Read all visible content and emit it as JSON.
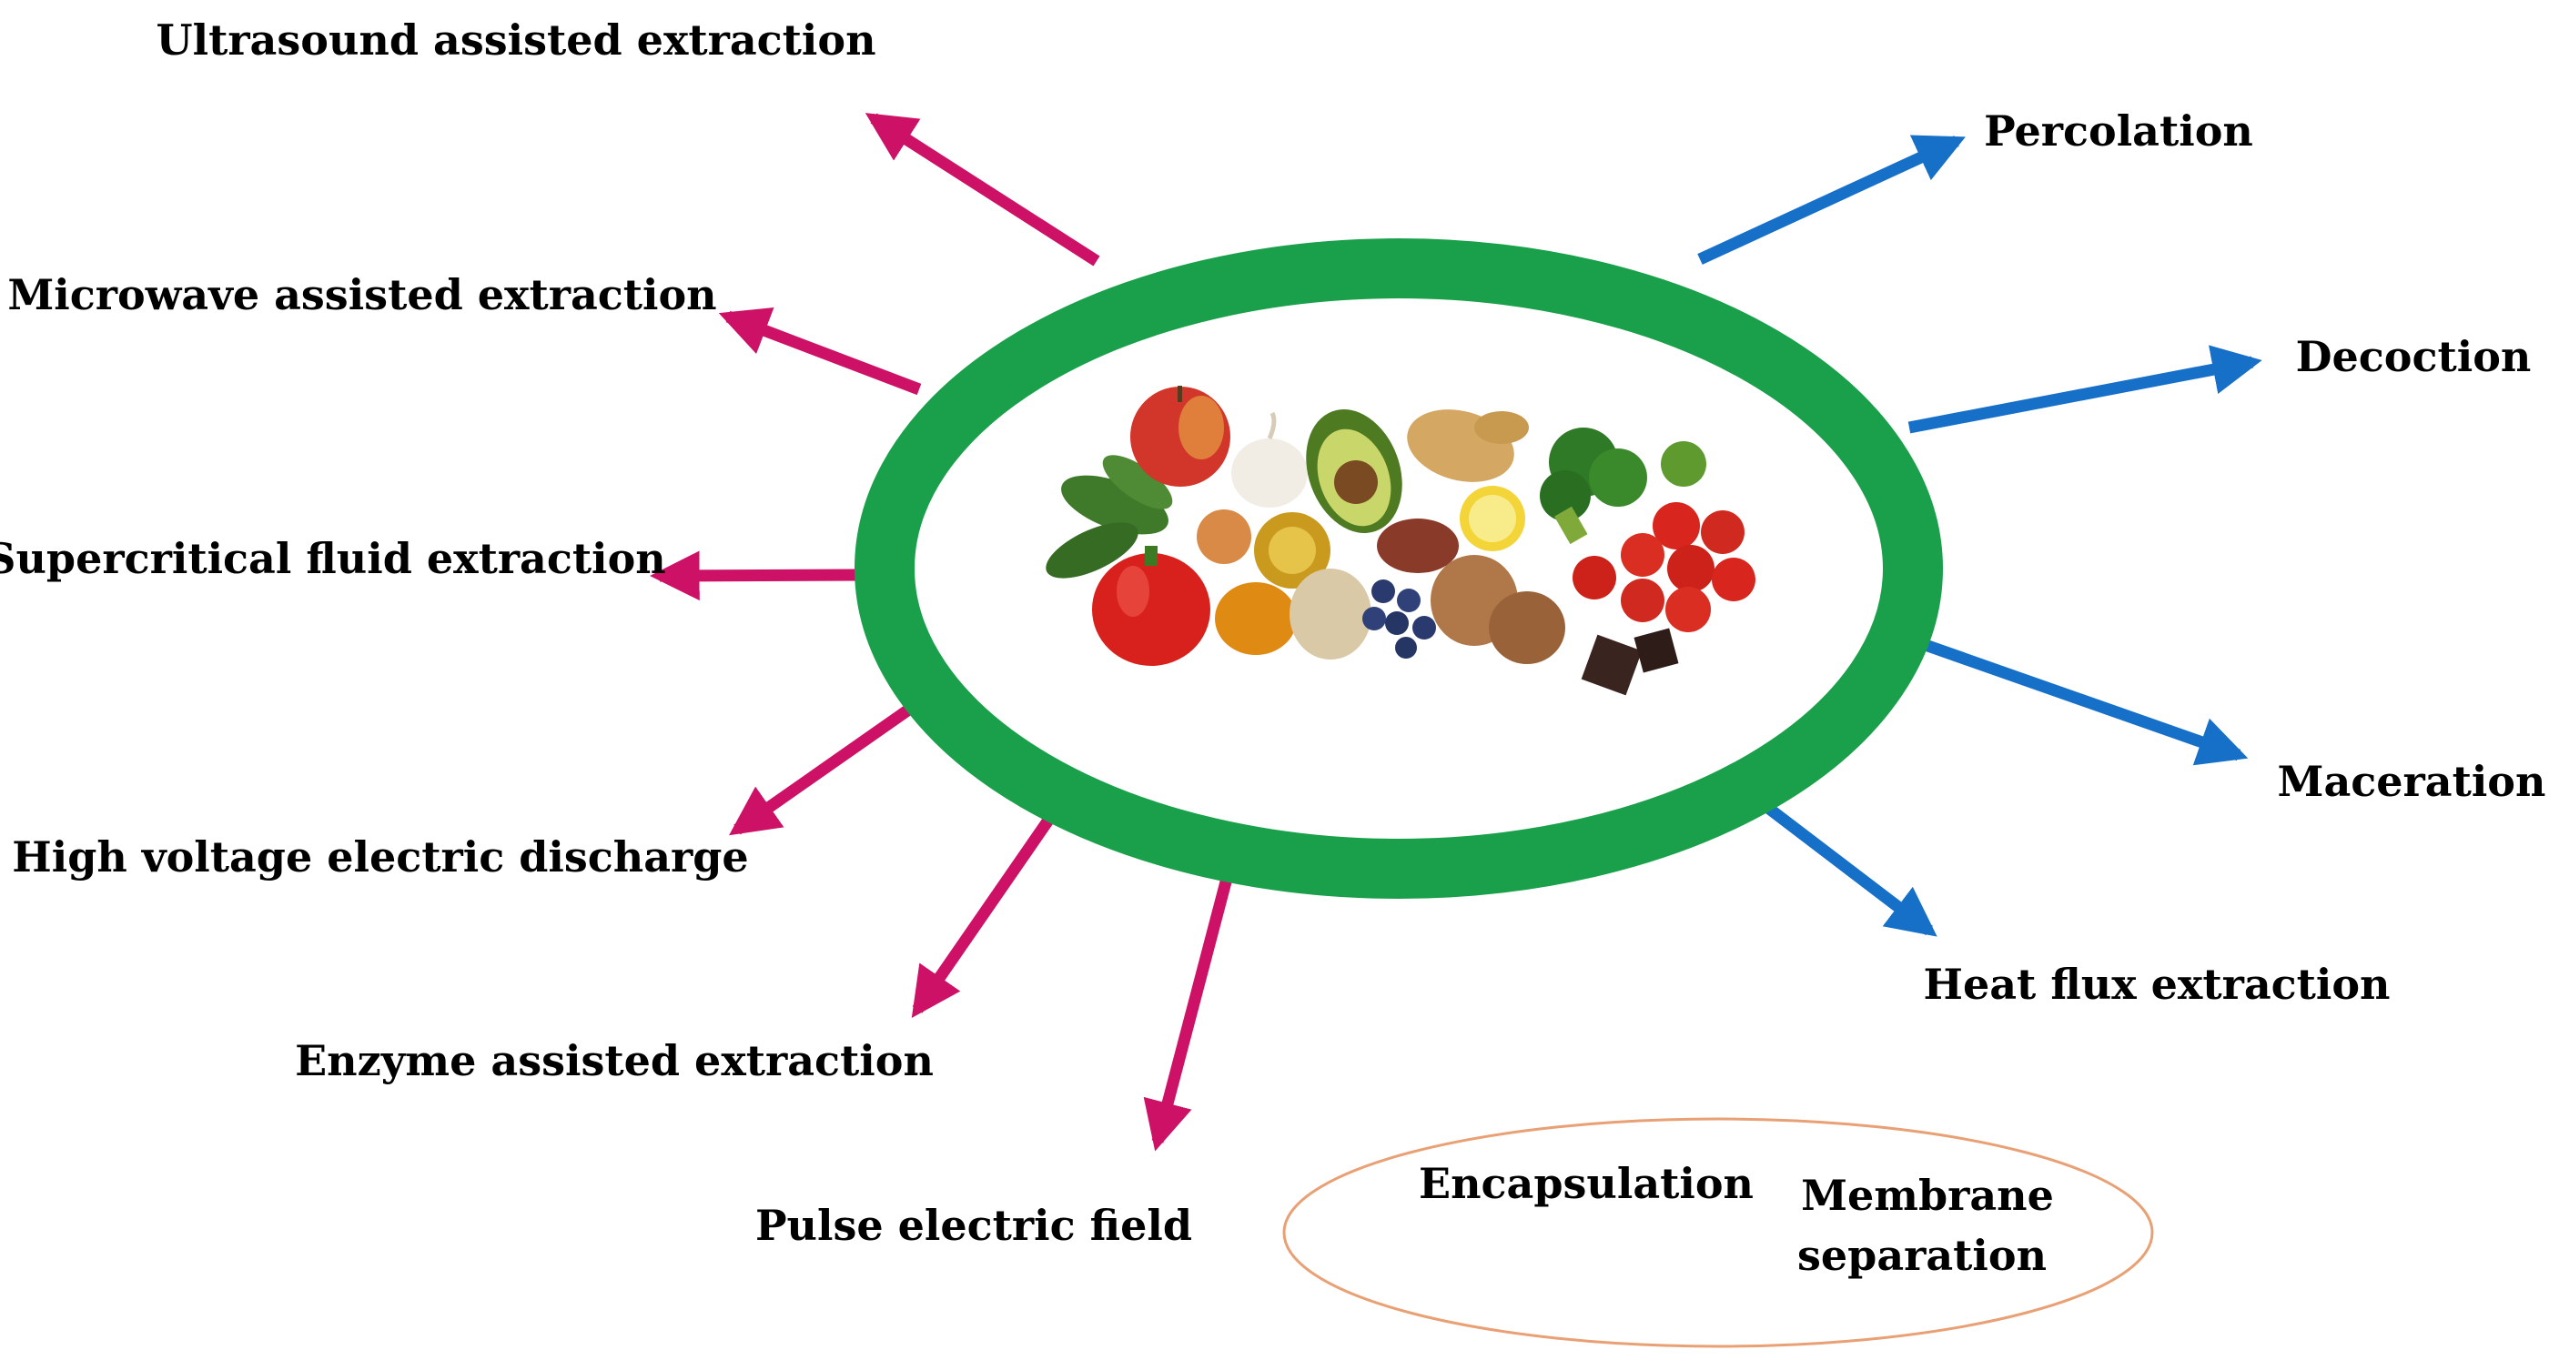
{
  "colors": {
    "modern_arrow": "#CC1166",
    "conventional_arrow": "#1670C8",
    "ring": "#1AA04A",
    "outline_ellipse": "#E8A074",
    "text": "#000000"
  },
  "center": {
    "image": "assorted-fruits-vegetables-nuts-icon"
  },
  "modern_methods": [
    "Ultrasound assisted extraction",
    "Microwave assisted extraction",
    "Supercritical fluid extraction",
    "High voltage electric discharge",
    "Enzyme  assisted extraction",
    "Pulse electric field"
  ],
  "conventional_methods": [
    "Percolation",
    "Decoction",
    "Maceration",
    "Heat flux extraction"
  ],
  "other_methods": {
    "encapsulation": "Encapsulation",
    "membrane_line1": "Membrane",
    "membrane_line2": "separation"
  }
}
